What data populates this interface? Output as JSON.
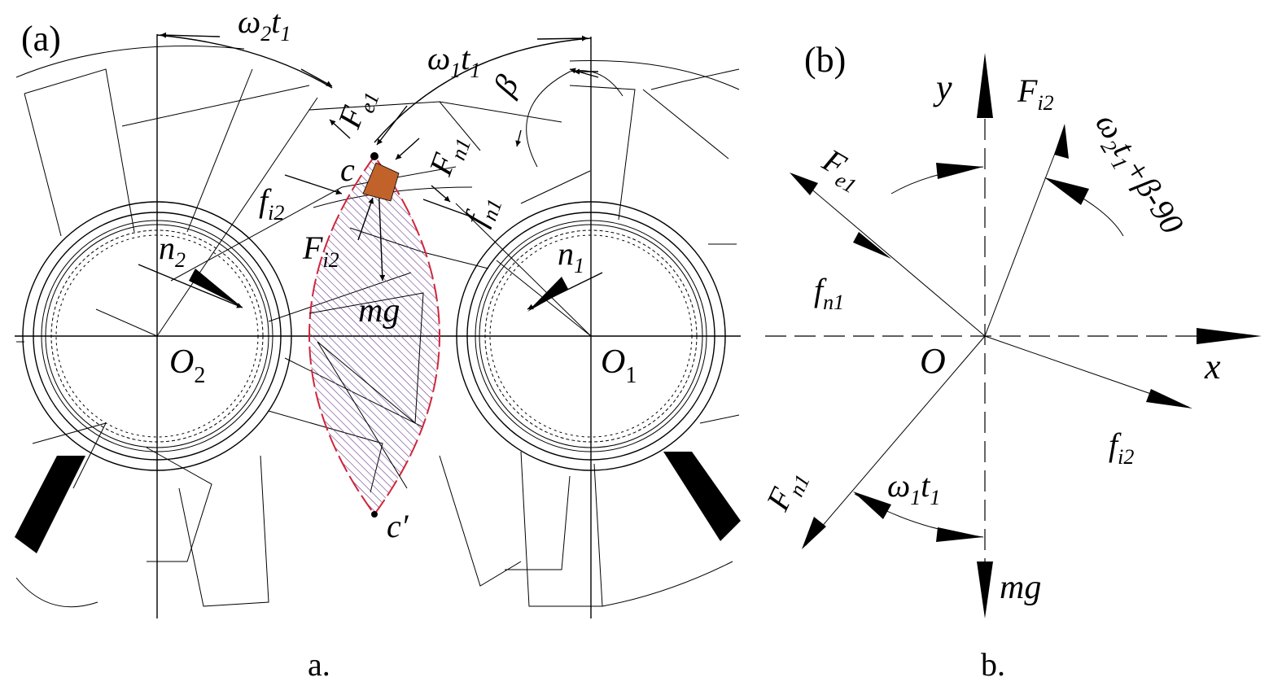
{
  "panel_a": {
    "tag": "(a)",
    "caption": "a.",
    "labels": {
      "omega2t1": {
        "main": "ω",
        "sub": "2",
        "main2": "t",
        "sub2": "1"
      },
      "omega1t1": {
        "main": "ω",
        "sub": "1",
        "main2": "t",
        "sub2": "1"
      },
      "beta": "β",
      "Fe1": {
        "main": "F",
        "sub": "e1"
      },
      "Fn1": {
        "main": "F",
        "sub": "n1"
      },
      "fn1": {
        "main": "f",
        "sub": "n1"
      },
      "fi2": {
        "main": "f",
        "sub": "i2"
      },
      "Fi2": {
        "main": "F",
        "sub": "i2"
      },
      "c": "c",
      "c_prime": "c′",
      "n2": {
        "main": "n",
        "sub": "2"
      },
      "n1": {
        "main": "n",
        "sub": "1"
      },
      "mg": "mg",
      "O2": {
        "main": "O",
        "sub": "2"
      },
      "O1": {
        "main": "O",
        "sub": "1"
      }
    }
  },
  "panel_b": {
    "tag": "(b)",
    "caption": "b.",
    "labels": {
      "y": "y",
      "x": "x",
      "O": "O",
      "Fi2": {
        "main": "F",
        "sub": "i2"
      },
      "Fe1": {
        "main": "F",
        "sub": "e1"
      },
      "fn1": {
        "main": "f",
        "sub": "n1"
      },
      "fi2": {
        "main": "f",
        "sub": "i2"
      },
      "Fn1": {
        "main": "F",
        "sub": "n1"
      },
      "omega1t1": {
        "main": "ω",
        "sub": "1",
        "main2": "t",
        "sub2": "1"
      },
      "angle": {
        "main": "ω",
        "sub": "2",
        "main2": "t",
        "sub2": "1",
        "tail": "+β-90"
      },
      "mg": "mg"
    }
  },
  "colors": {
    "lens_outline": "#d0263a",
    "lens_hatch": "#6a3a8c",
    "particle": "#c0622a",
    "ink": "#000000"
  }
}
